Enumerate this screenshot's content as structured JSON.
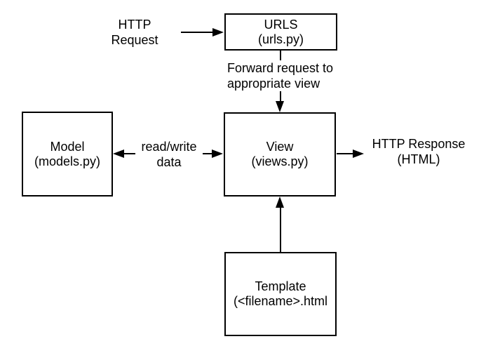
{
  "canvas": {
    "background_color": "#ffffff",
    "line_color": "#000000",
    "text_color": "#000000"
  },
  "nodes": {
    "urls": {
      "line1": "URLS",
      "line2": "(urls.py)"
    },
    "model": {
      "line1": "Model",
      "line2": "(models.py)"
    },
    "view": {
      "line1": "View",
      "line2": "(views.py)"
    },
    "template": {
      "line1": "Template",
      "line2": "(<filename>.html"
    }
  },
  "labels": {
    "http_request": {
      "line1": "HTTP",
      "line2": "Request"
    },
    "forward": {
      "line1": "Forward request to",
      "line2": "appropriate view"
    },
    "read_write": {
      "line1": "read/write",
      "line2": "data"
    },
    "http_response": {
      "line1": "HTTP Response",
      "line2": "(HTML)"
    }
  }
}
